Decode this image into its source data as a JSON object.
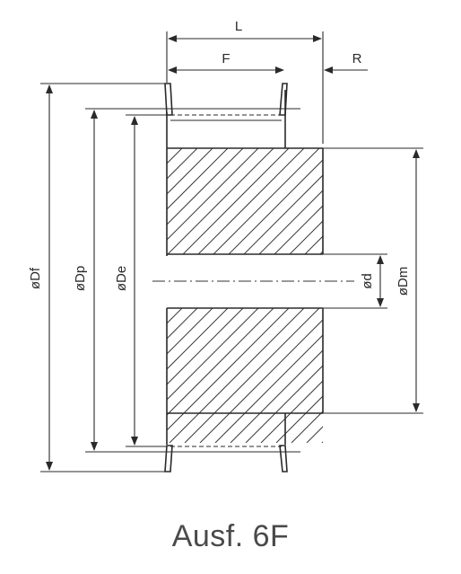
{
  "labels": {
    "L": "L",
    "F": "F",
    "R": "R",
    "Df": "øDf",
    "Dp": "øDp",
    "De": "øDe",
    "d": "ød",
    "Dm": "øDm"
  },
  "caption": "Ausf. 6F",
  "colors": {
    "line": "#2a2a2a",
    "caption": "#4a4a4a",
    "background": "#ffffff"
  }
}
